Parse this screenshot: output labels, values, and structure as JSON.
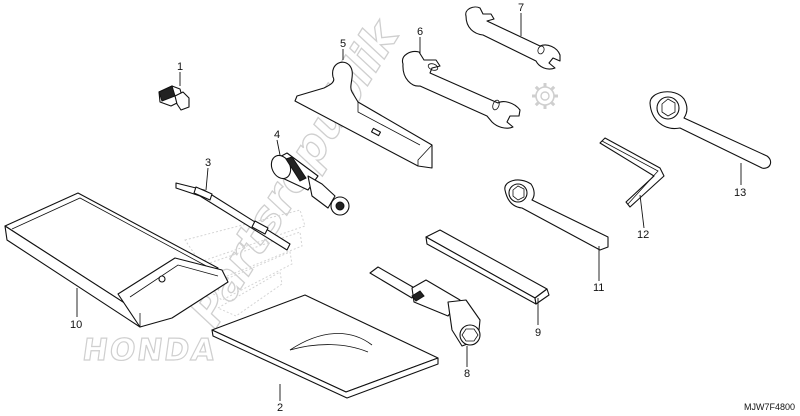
{
  "diagram": {
    "watermark_text": "Partsrepublik",
    "brand_watermark": "HONDA",
    "drawing_code": "MJW7F4800",
    "callouts": [
      {
        "id": "callout-1",
        "label": "1"
      },
      {
        "id": "callout-2",
        "label": "2"
      },
      {
        "id": "callout-3",
        "label": "3"
      },
      {
        "id": "callout-4",
        "label": "4"
      },
      {
        "id": "callout-5",
        "label": "5"
      },
      {
        "id": "callout-6",
        "label": "6"
      },
      {
        "id": "callout-7",
        "label": "7"
      },
      {
        "id": "callout-8",
        "label": "8"
      },
      {
        "id": "callout-9",
        "label": "9"
      },
      {
        "id": "callout-10",
        "label": "10"
      },
      {
        "id": "callout-11",
        "label": "11"
      },
      {
        "id": "callout-12",
        "label": "12"
      },
      {
        "id": "callout-13",
        "label": "13"
      }
    ]
  }
}
